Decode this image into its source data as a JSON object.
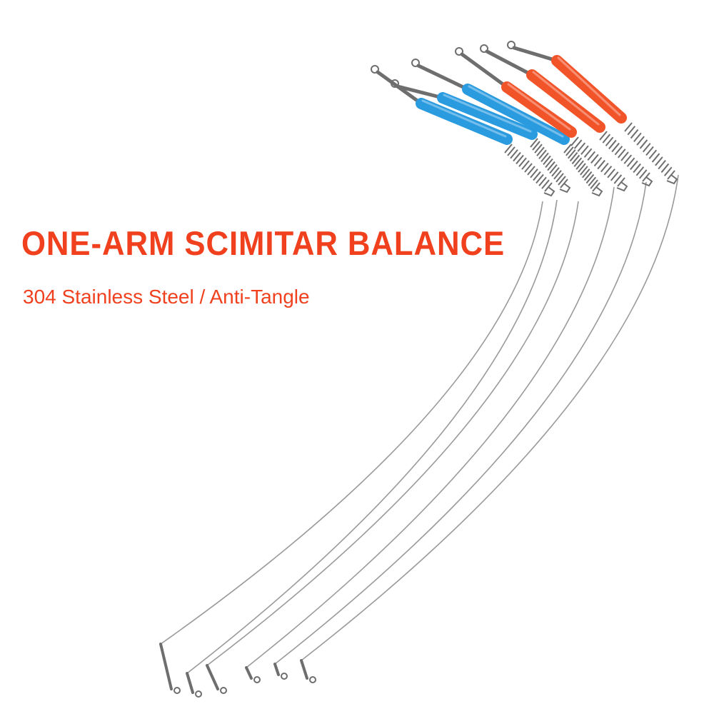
{
  "headline": {
    "title": "ONE-ARM SCIMITAR BALANCE",
    "subtitle": "304 Stainless Steel / Anti-Tangle"
  },
  "colors": {
    "accent": "#f0401e",
    "tube_blue": "#2b9be0",
    "tube_orange": "#f2542a",
    "wire": "#9a9a9a",
    "metal": "#6e6e6e"
  },
  "product": {
    "arm_count": 6,
    "tube_colors": [
      "blue",
      "blue",
      "blue",
      "orange",
      "orange",
      "orange"
    ]
  }
}
